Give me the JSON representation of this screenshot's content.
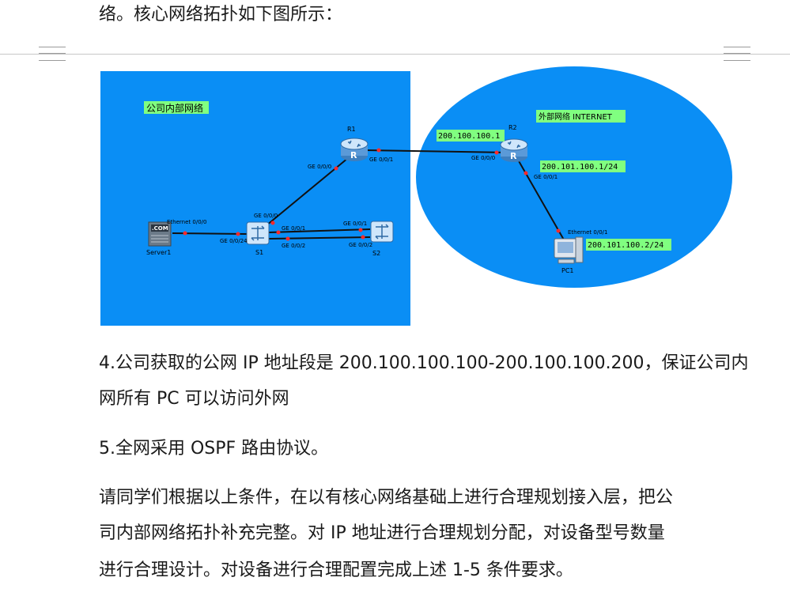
{
  "document": {
    "heading_line": "络。核心网络拓扑如下图所示：",
    "item4_line1": "4.公司获取的公网 IP 地址段是 200.100.100.100-200.100.100.200，保证公司内",
    "item4_line2": "网所有 PC 可以访问外网",
    "item5": "5.全网采用 OSPF 路由协议。",
    "para_line1": "请同学们根据以上条件，在以有核心网络基础上进行合理规划接入层，把公",
    "para_line2": "司内部网络拓扑补充完整。对 IP  地址进行合理规划分配，对设备型号数量",
    "para_line3": "进行合理设计。对设备进行合理配置完成上述 1-5 条件要求。"
  },
  "diagram": {
    "internal_zone_label": "公司内部网络",
    "external_zone_label": "外部网络 INTERNET",
    "colors": {
      "zone_blue": "#0a8ef5",
      "label_bg": "#80ff80",
      "link": "#111111",
      "port_dot": "#ff2a2a"
    },
    "nodes": {
      "r1": "R1",
      "r2": "R2",
      "s1": "S1",
      "s2": "S2",
      "server1": "Server1",
      "pc1": "PC1"
    },
    "ports": {
      "r1_ge000": "GE 0/0/0",
      "r1_ge001": "GE 0/0/1",
      "r2_ge000": "GE 0/0/0",
      "r2_ge001": "GE 0/0/1",
      "s1_ge000": "GE 0/0/0",
      "s1_ge001": "GE 0/0/1",
      "s1_ge002": "GE 0/0/2",
      "s1_ge0024": "GE 0/0/24",
      "s2_ge001": "GE 0/0/1",
      "s2_ge002": "GE 0/0/2",
      "server_eth": "Ethernet 0/0/0",
      "pc_eth": "Ethernet 0/0/1"
    },
    "ip_labels": {
      "r2_wan": "200.100.100.1",
      "r2_lan": "200.101.100.1/24",
      "pc1": "200.101.100.2/24"
    },
    "icons": {
      "router": "router-icon",
      "switch": "switch-icon",
      "server": "server-icon",
      "pc": "pc-icon"
    },
    "server_badge": ".COM"
  }
}
